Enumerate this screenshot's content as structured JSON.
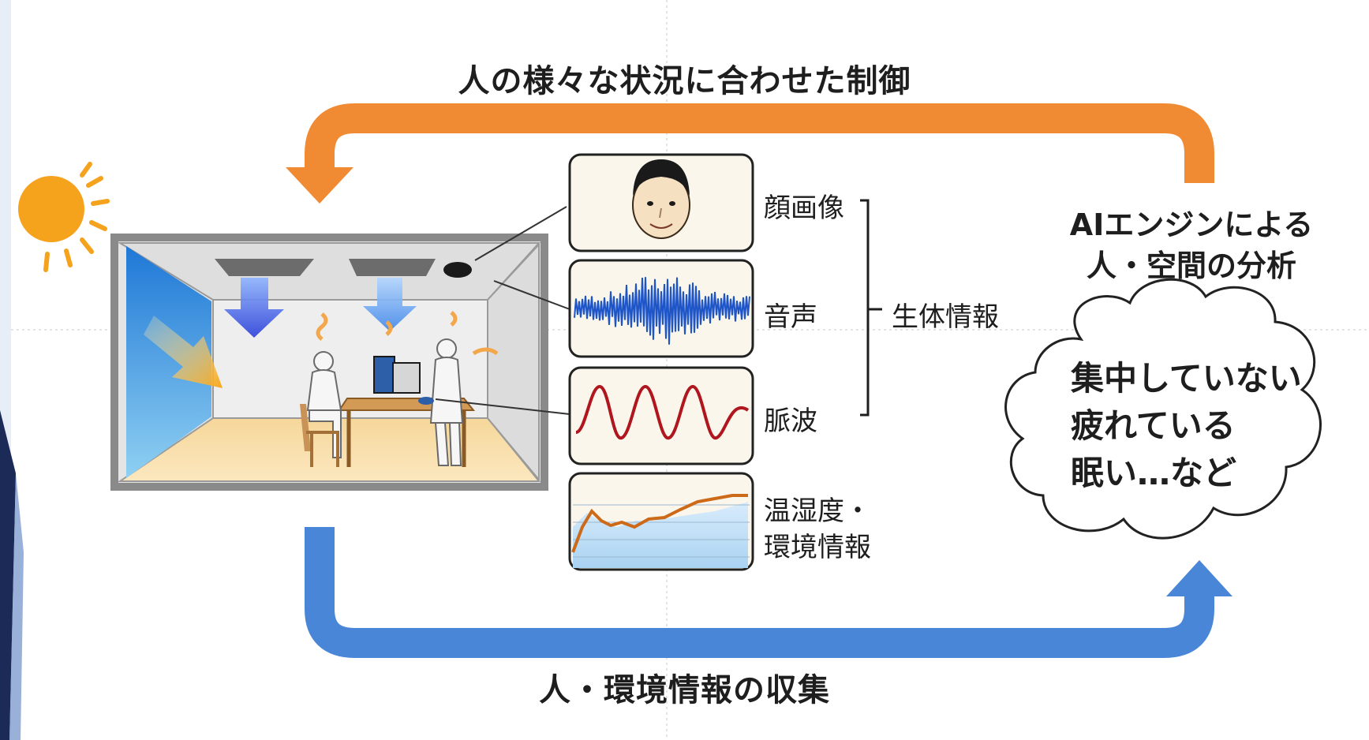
{
  "diagram": {
    "title_top": "人の様々な状況に合わせた制御",
    "title_bottom": "人・環境情報の収集",
    "ai_label_line1": "AIエンジンによる",
    "ai_label_line2": "人・空間の分析",
    "sensors": [
      {
        "label": "顔画像",
        "icon": "face-icon"
      },
      {
        "label": "音声",
        "icon": "audio-waveform-icon"
      },
      {
        "label": "脈波",
        "icon": "pulse-wave-icon"
      },
      {
        "label_line1": "温湿度・",
        "label_line2": "環境情報",
        "icon": "environment-graph-icon"
      }
    ],
    "group_label": "生体情報",
    "cloud_lines": [
      "集中していない",
      "疲れている",
      "眠い…など"
    ],
    "colors": {
      "control_arrow": "#f08a33",
      "collect_arrow": "#4a86d8",
      "sun": "#f5a21d",
      "pulse": "#b0161e",
      "audio": "#1d55c9",
      "env_line": "#cc6a1a"
    }
  }
}
